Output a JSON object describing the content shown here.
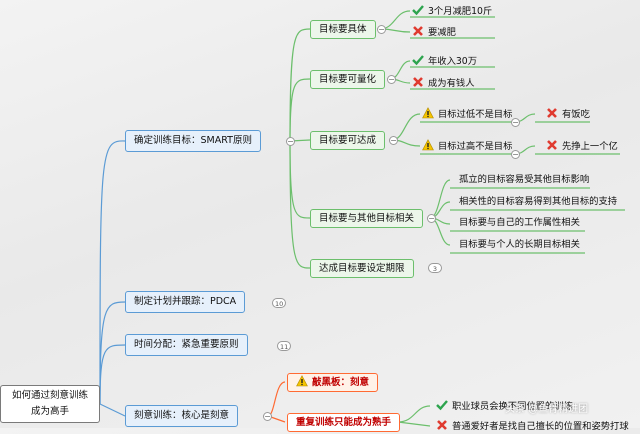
{
  "root": {
    "line1": "如何通过刻意训练",
    "line2": "成为高手"
  },
  "branches": {
    "smart": {
      "label": "确定训练目标：SMART原则",
      "children": {
        "specific": {
          "label": "目标要具体",
          "ok": "3个月减肥10斤",
          "bad": "要减肥"
        },
        "measurable": {
          "label": "目标要可量化",
          "ok": "年收入30万",
          "bad": "成为有钱人"
        },
        "achievable": {
          "label": "目标要可达成",
          "low": {
            "label": "目标过低不是目标",
            "result": "有饭吃"
          },
          "high": {
            "label": "目标过高不是目标",
            "result": "先挣上一个亿"
          }
        },
        "relevant": {
          "label": "目标要与其他目标相关",
          "items": [
            "孤立的目标容易受其他目标影响",
            "相关性的目标容易得到其他目标的支持",
            "目标要与自己的工作属性相关",
            "目标要与个人的长期目标相关"
          ]
        },
        "timebound": {
          "label": "达成目标要设定期限",
          "count": "3"
        }
      }
    },
    "pdca": {
      "label": "制定计划并跟踪：PDCA",
      "count": "10"
    },
    "time": {
      "label": "时间分配：紧急重要原则",
      "count": "11"
    },
    "deliberate": {
      "label": "刻意训练：核心是刻意",
      "board": "敲黑板：刻意",
      "repeat": "重复训练只能成为熟手",
      "ok": "职业球员会换不同位置的训练",
      "bad": "普通爱好者是找自己擅长的位置和姿势打球"
    }
  },
  "watermark": "头条 @鱼骨精进团",
  "colors": {
    "main_border": "#5b9bd5",
    "sub_border": "#6cbf6c",
    "accent": "#ff6a33"
  }
}
